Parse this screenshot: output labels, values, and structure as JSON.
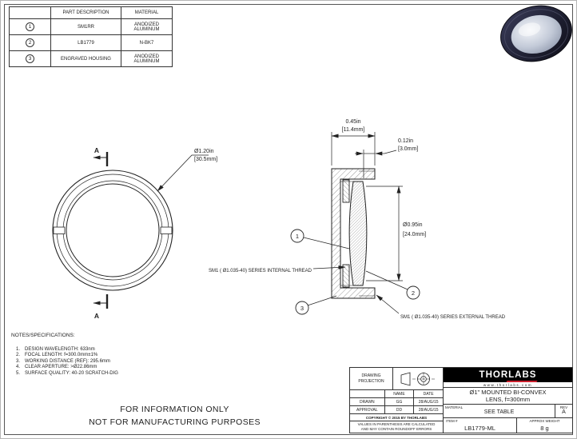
{
  "parts_table": {
    "headers": {
      "id": "",
      "part": "PART DESCRIPTION",
      "material": "MATERIAL"
    },
    "rows": [
      {
        "num": "1",
        "part": "SM1RR",
        "material": "ANODIZED ALUMINUM"
      },
      {
        "num": "2",
        "part": "LB1779",
        "material": "N-BK7"
      },
      {
        "num": "3",
        "part": "ENGRAVED HOUSING",
        "material": "ANODIZED ALUMINUM"
      }
    ]
  },
  "front_view": {
    "diameter_in": "Ø1.20in",
    "diameter_mm": "[30.5mm]",
    "section_letter": "A"
  },
  "side_view": {
    "width_in": "0.45in",
    "width_mm": "[11.4mm]",
    "edge_in": "0.12in",
    "edge_mm": "[3.0mm]",
    "diameter_in": "Ø0.95in",
    "diameter_mm": "[24.0mm]",
    "internal_thread": "SM1 ( Ø1.035-40) SERIES INTERNAL THREAD",
    "external_thread": "SM1 ( Ø1.035-40) SERIES EXTERNAL THREAD",
    "balloon_1": "1",
    "balloon_2": "2",
    "balloon_3": "3"
  },
  "notes": {
    "title": "NOTES/SPECIFICATIONS:",
    "items": [
      {
        "n": "1.",
        "t": "DESIGN WAVELENGTH: 633nm"
      },
      {
        "n": "2.",
        "t": "FOCAL LENGTH: f=300.0mm±1%"
      },
      {
        "n": "3.",
        "t": "WORKING DISTANCE (REF): 295.6mm"
      },
      {
        "n": "4.",
        "t": "CLEAR APERTURE: >Ø22.86mm"
      },
      {
        "n": "5.",
        "t": "SURFACE QUALITY: 40-20 SCRATCH-DIG"
      }
    ]
  },
  "disclaimer": {
    "line1": "FOR INFORMATION ONLY",
    "line2": "NOT FOR MANUFACTURING PURPOSES"
  },
  "title_block": {
    "projection_label": "DRAWING PROJECTION",
    "name_header": "NAME",
    "date_header": "DATE",
    "drawn_label": "DRAWN",
    "drawn_name": "GG",
    "drawn_date": "28/AUG/15",
    "approval_label": "APPROVAL",
    "approval_name": "DD",
    "approval_date": "28/AUG/15",
    "copyright": "COPYRIGHT © 2015 BY THORLABS",
    "tolerance_note": "VALUES IN PARENTHESIS ARE CALCULATED AND MAY CONTAIN ROUNDOFF ERRORS",
    "brand_thor": "THOR",
    "brand_labs": "LABS",
    "website": "www.thorlabs.com",
    "title_line1": "Ø1\" MOUNTED BI-CONVEX",
    "title_line2": "LENS, f=300mm",
    "material_label": "MATERIAL",
    "material_value": "SEE TABLE",
    "rev_label": "REV",
    "rev_value": "A",
    "item_label": "ITEM #",
    "item_value": "LB1779-ML",
    "weight_label": "APPROX WEIGHT",
    "weight_value": "8 g"
  },
  "colors": {
    "line": "#222222",
    "accent_red": "#cc1f2d",
    "mount_navy": "#23243a"
  }
}
